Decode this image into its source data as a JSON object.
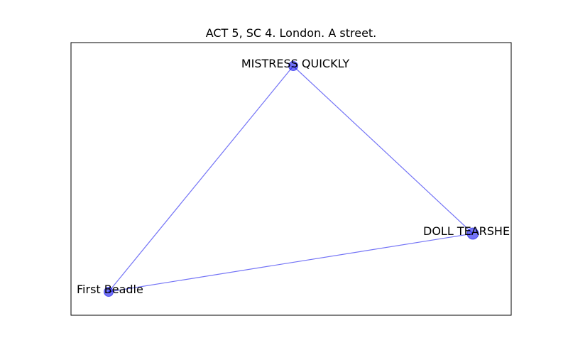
{
  "title": "ACT 5, SC 4. London. A street.",
  "colors": {
    "node": "#0000ee",
    "edge": "#0000ee",
    "frame": "#000000"
  },
  "graph": {
    "nodes": [
      {
        "id": "mistress",
        "label": "MISTRESS QUICKLY"
      },
      {
        "id": "doll",
        "label": "DOLL TEARSHE"
      },
      {
        "id": "beadle",
        "label": "First Beadle"
      }
    ],
    "edges": [
      {
        "source": "mistress",
        "target": "doll"
      },
      {
        "source": "mistress",
        "target": "beadle"
      },
      {
        "source": "doll",
        "target": "beadle"
      }
    ]
  }
}
